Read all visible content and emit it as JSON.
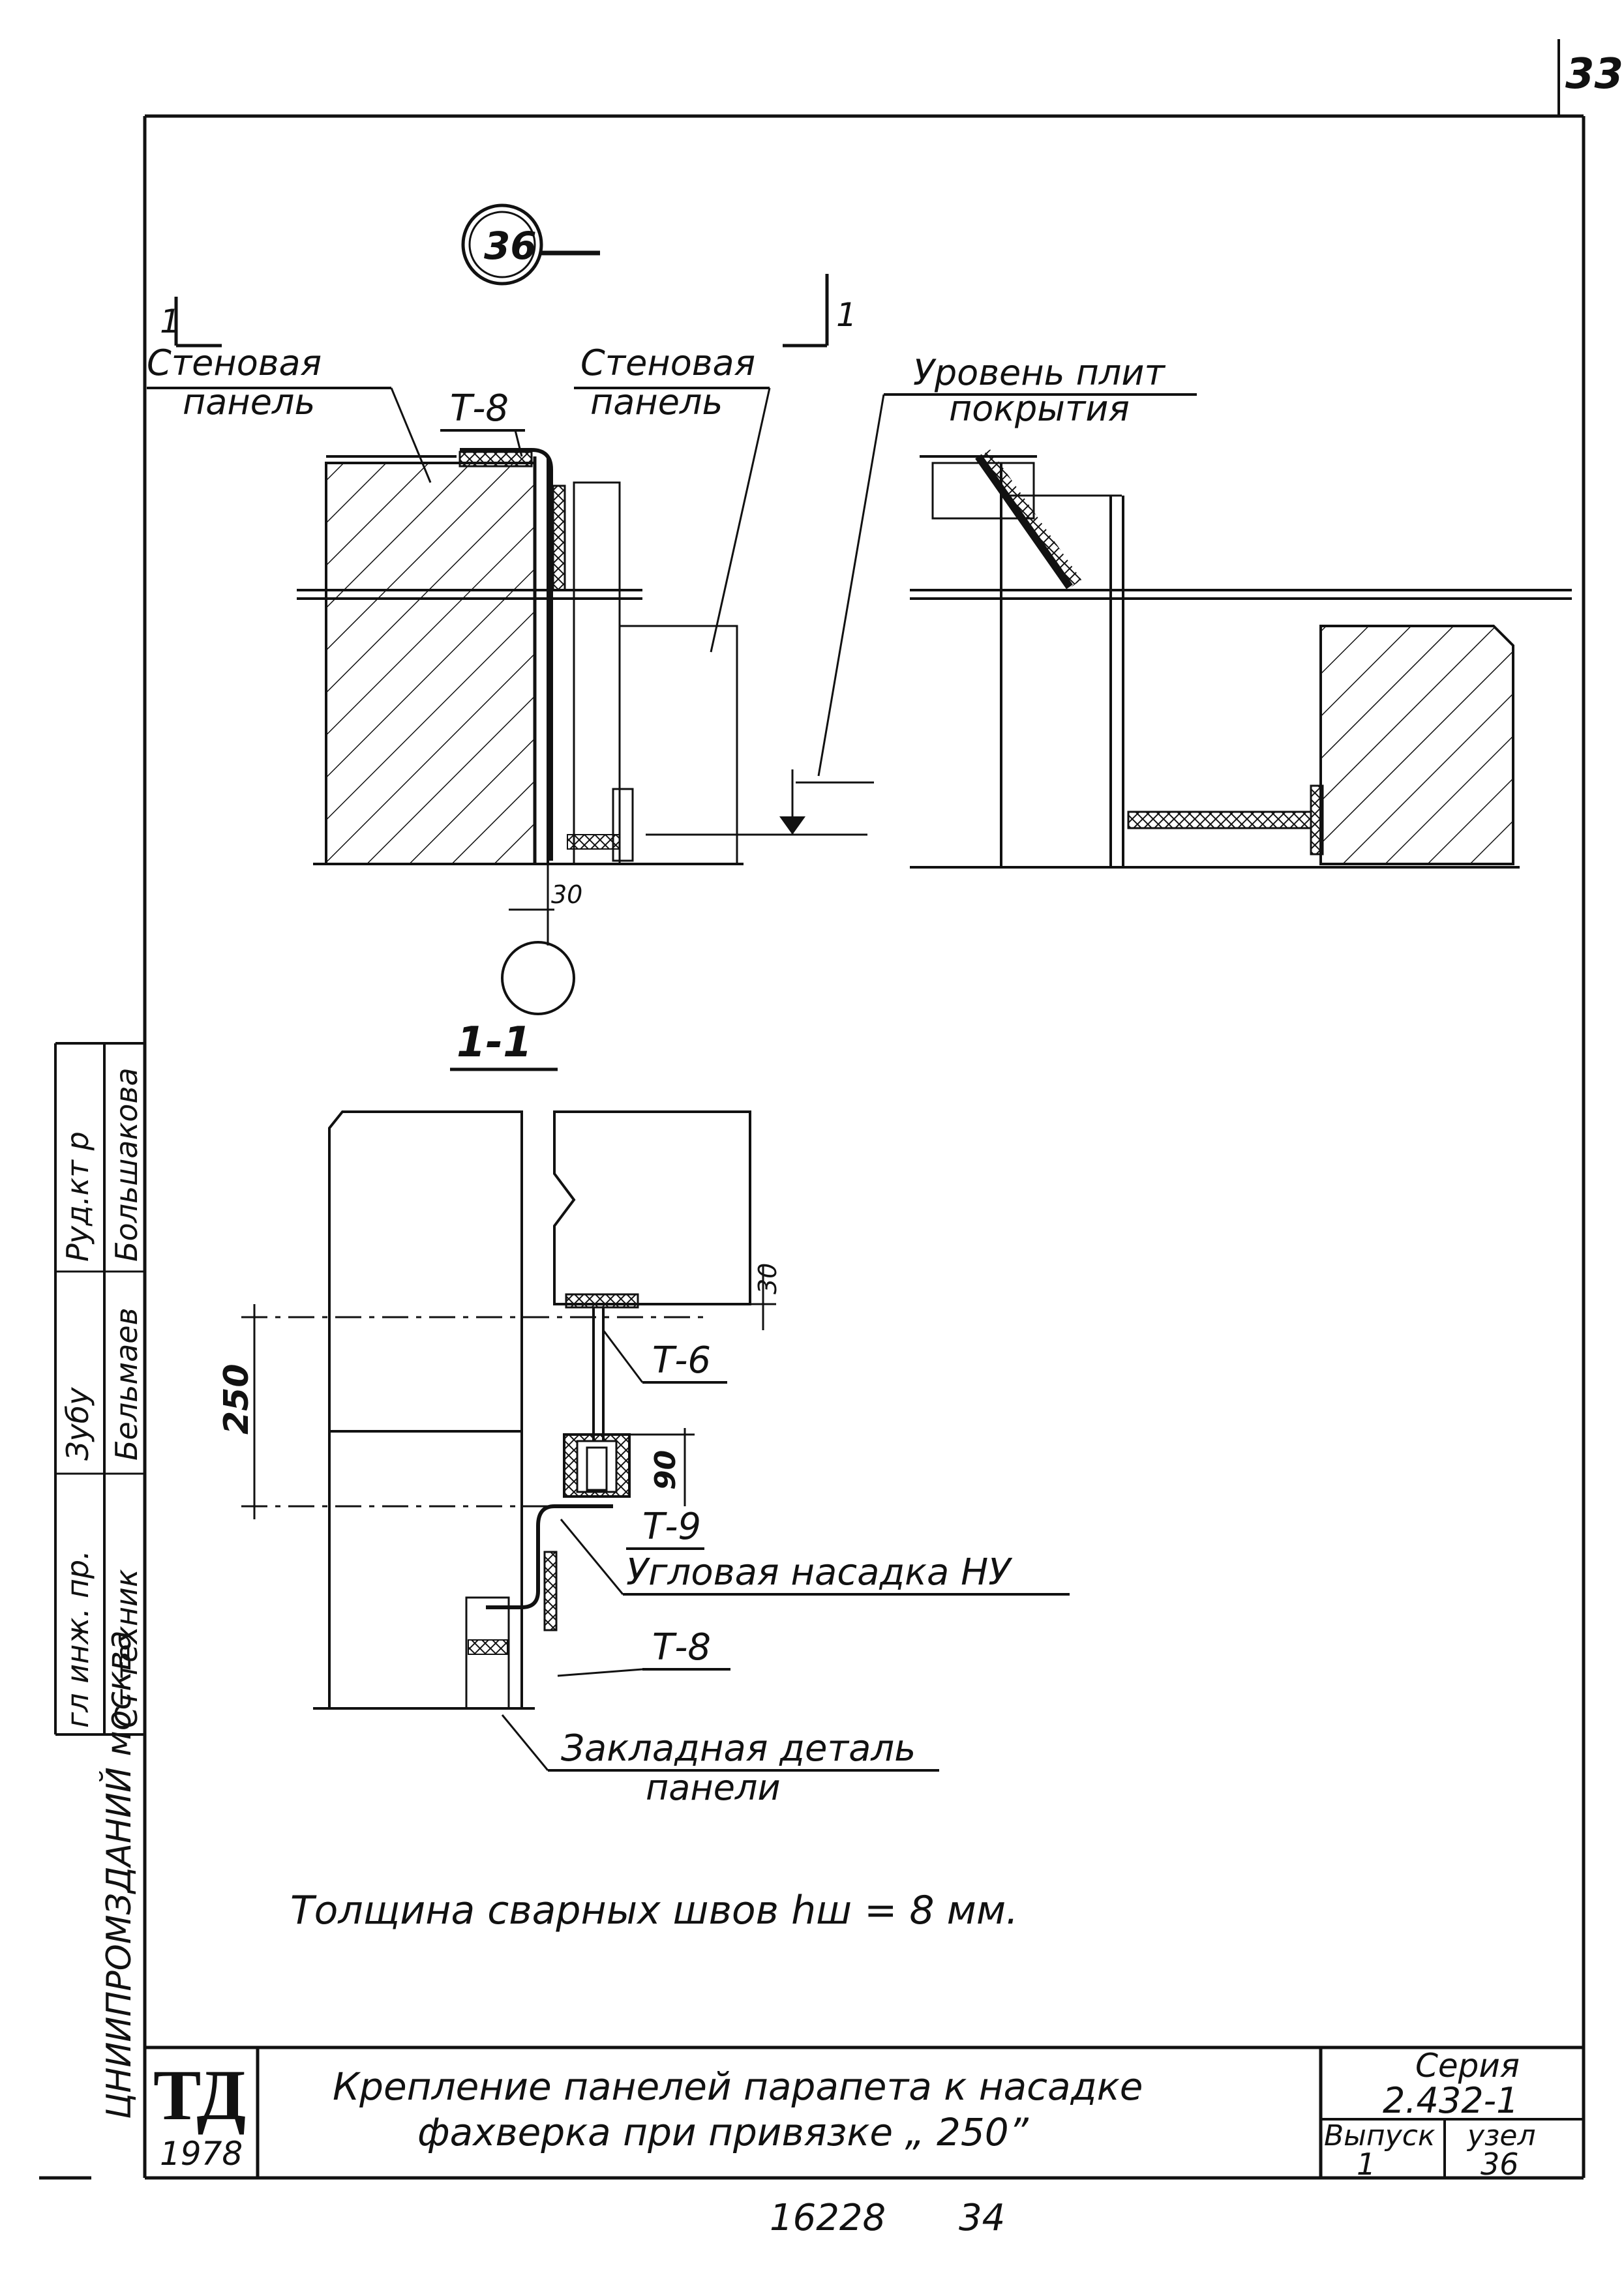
{
  "page_number": "33",
  "node_marker": "36",
  "section_marks": {
    "left": "1",
    "right": "1",
    "section_title": "1-1"
  },
  "callouts": {
    "wall_panel_left_1": "Стеновая",
    "wall_panel_left_2": "панель",
    "t8_top": "Т-8",
    "wall_panel_mid_1": "Стеновая",
    "wall_panel_mid_2": "панель",
    "roof_level_1": "Уровень плит",
    "roof_level_2": "покрытия",
    "t6": "Т-6",
    "t9": "Т-9",
    "corner_nozzle": "Угловая насадка НУ",
    "t8_bottom": "Т-8",
    "embedded_part_1": "Закладная деталь",
    "embedded_part_2": "панели"
  },
  "dimensions": {
    "gap_30_top": "30",
    "gap_30_section": "30",
    "dim_250": "250",
    "dim_90": "90"
  },
  "weld_note": "Толщина сварных швов  hш = 8 мм.",
  "signatures": {
    "row1_role": "гл инж. пр.",
    "row2_role": "Ст техник",
    "row1_name": "Зубу",
    "row2_name": "Бельмаев",
    "row3_role": "Руд.кт р",
    "row3_name": "Большакова"
  },
  "institute_stamp": "ЦНИИПРОМЗДАНИЙ москва",
  "title_block": {
    "logo": "ТД",
    "year": "1978",
    "title_line1": "Крепление панелей парапета к насадке",
    "title_line2": "фахверка при привязке „ 250”",
    "series_label": "Серия",
    "series_value": "2.432-1",
    "issue_label": "Выпуск",
    "issue_value": "1",
    "node_label": "узел",
    "node_value": "36"
  },
  "footer": {
    "doc_number": "16228",
    "sheet_number": "34"
  }
}
